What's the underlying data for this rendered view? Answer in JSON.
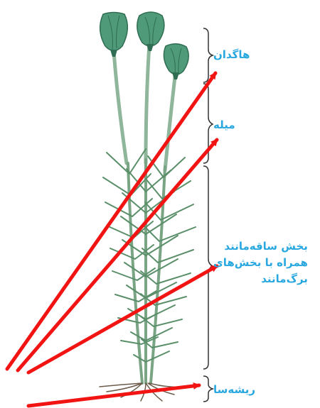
{
  "labels": {
    "capsule": "هاگدان",
    "seta": "میله",
    "gametophyte": [
      "بخش ساقه‌مانند",
      "همراه با بخش‌های",
      "برگ‌مانند"
    ],
    "rhizoid": "ریشه‌سا"
  },
  "colors": {
    "label_text": "#29a8e0",
    "arrow": "#f21313",
    "capsule": "#4f9a78",
    "capsule_dark": "#2f6e52",
    "stalk": "#8fb59a",
    "leaf": "#5a8f6a",
    "root": "#6b5a4a",
    "brace": "#333333"
  }
}
